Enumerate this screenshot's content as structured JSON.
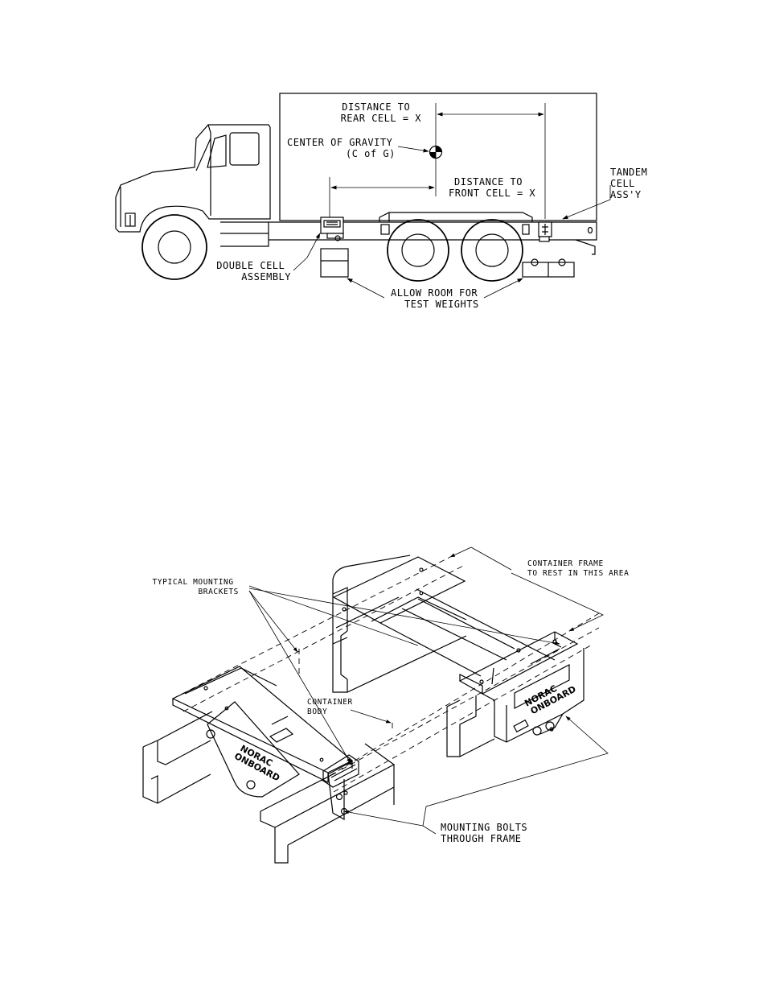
{
  "truck_diagram": {
    "label_distance_rear": [
      "DISTANCE TO",
      "REAR CELL = X"
    ],
    "label_cog": [
      "CENTER OF GRAVITY",
      "(C of G)"
    ],
    "label_distance_front": [
      "DISTANCE TO",
      "FRONT CELL = X"
    ],
    "label_tandem": [
      "TANDEM",
      "CELL",
      "ASS'Y"
    ],
    "label_double_cell": [
      "DOUBLE CELL",
      "ASSEMBLY"
    ],
    "label_test_weights": [
      "ALLOW ROOM FOR",
      "TEST WEIGHTS"
    ]
  },
  "bracket_diagram": {
    "label_container_frame": [
      "CONTAINER FRAME",
      "TO REST IN THIS AREA"
    ],
    "label_mounting_brackets": [
      "TYPICAL MOUNTING",
      "BRACKETS"
    ],
    "label_container_body": [
      "CONTAINER",
      "BODY"
    ],
    "label_mounting_bolts": [
      "MOUNTING BOLTS",
      "THROUGH FRAME"
    ],
    "brand_text": [
      "NORAC",
      "ONBOARD"
    ]
  }
}
